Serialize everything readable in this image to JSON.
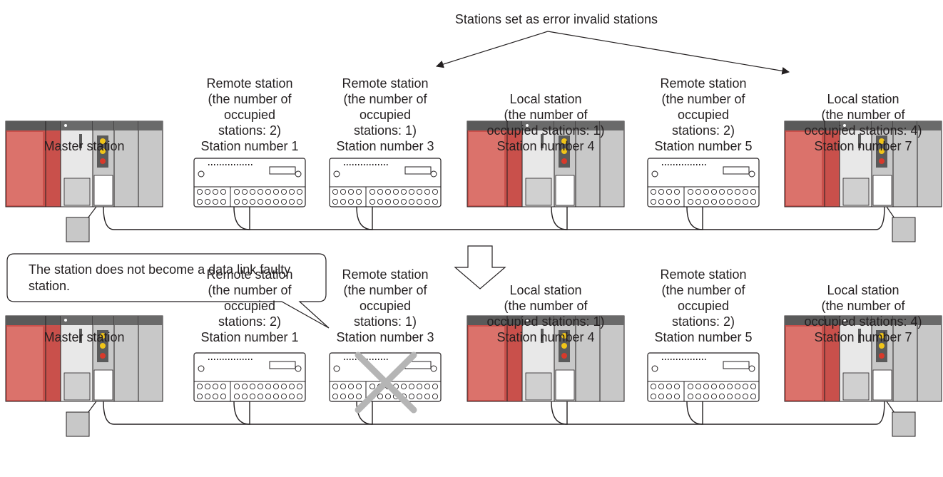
{
  "annotation": {
    "error_invalid_label": "Stations set as error invalid stations",
    "callout_text": "The station does not become a data link faulty station."
  },
  "stations": [
    {
      "id": "master",
      "type": "plc",
      "label_lines": [
        "Master station"
      ]
    },
    {
      "id": "remote1",
      "type": "remote",
      "label_lines": [
        "Remote station",
        "(the number of",
        "occupied",
        "stations: 2)",
        "Station number 1"
      ]
    },
    {
      "id": "remote3",
      "type": "remote",
      "label_lines": [
        "Remote station",
        "(the number of",
        "occupied",
        "stations: 1)",
        "Station number 3"
      ]
    },
    {
      "id": "local4",
      "type": "plc",
      "label_lines": [
        "Local station",
        "(the number of",
        "occupied stations: 1)",
        "Station number 4"
      ]
    },
    {
      "id": "remote5",
      "type": "remote",
      "label_lines": [
        "Remote station",
        "(the number of",
        "occupied",
        "stations: 2)",
        "Station number 5"
      ]
    },
    {
      "id": "local7",
      "type": "plc",
      "label_lines": [
        "Local station",
        "(the number of",
        "occupied stations: 4)",
        "Station number 7"
      ]
    }
  ],
  "rows": [
    {
      "id": "before",
      "crossed_station": null
    },
    {
      "id": "after",
      "crossed_station": "remote3"
    }
  ],
  "colors": {
    "module_red": "#c9504b",
    "module_red_light": "#e98e86",
    "module_gray": "#c8c8c8",
    "module_gray_dark": "#7a7a7a",
    "terminator": "#c8c8c8",
    "cross": "#b5b5b5",
    "line": "#231f20"
  }
}
